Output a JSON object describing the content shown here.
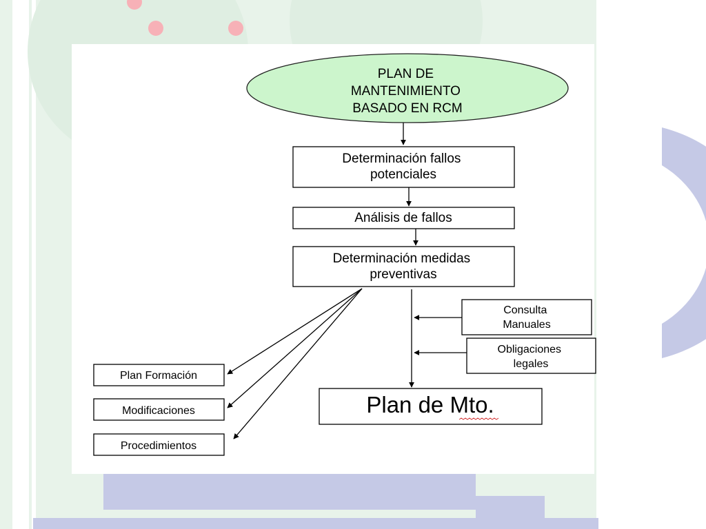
{
  "colors": {
    "slide_background": "#ffffff",
    "decor_green": "#e8f3ea",
    "decor_purple": "#c5c9e6",
    "oval_fill": "#ccf5cc",
    "pink_dots": "#f7b1b7",
    "spellcheck_underline": "#d32f2f"
  },
  "icons": [
    "decorative-dot",
    "arrowhead"
  ],
  "nodes": {
    "root": {
      "lines": [
        "PLAN DE",
        "MANTENIMIENTO",
        "BASADO EN RCM"
      ]
    },
    "potential_failures": {
      "lines": [
        "Determinación fallos",
        "potenciales"
      ]
    },
    "failure_analysis": {
      "lines": [
        "Análisis de fallos"
      ]
    },
    "preventive_measures": {
      "lines": [
        "Determinación medidas",
        "preventivas"
      ]
    },
    "manuals": {
      "lines": [
        "Consulta",
        "Manuales"
      ]
    },
    "legal": {
      "lines": [
        "Obligaciones",
        "legales"
      ]
    },
    "maintenance_plan": {
      "lines": [
        "Plan de Mto."
      ]
    },
    "training": {
      "lines": [
        "Plan Formación"
      ]
    },
    "modifications": {
      "lines": [
        "Modificaciones"
      ]
    },
    "procedures": {
      "lines": [
        "Procedimientos"
      ]
    }
  },
  "edges": [
    {
      "from": "root",
      "to": "potential_failures"
    },
    {
      "from": "potential_failures",
      "to": "failure_analysis"
    },
    {
      "from": "failure_analysis",
      "to": "preventive_measures"
    },
    {
      "from": "preventive_measures",
      "to": "maintenance_plan"
    },
    {
      "from": "manuals",
      "to": "maintenance_plan"
    },
    {
      "from": "legal",
      "to": "maintenance_plan"
    },
    {
      "from": "preventive_measures",
      "to": "training"
    },
    {
      "from": "preventive_measures",
      "to": "modifications"
    },
    {
      "from": "preventive_measures",
      "to": "procedures"
    }
  ]
}
